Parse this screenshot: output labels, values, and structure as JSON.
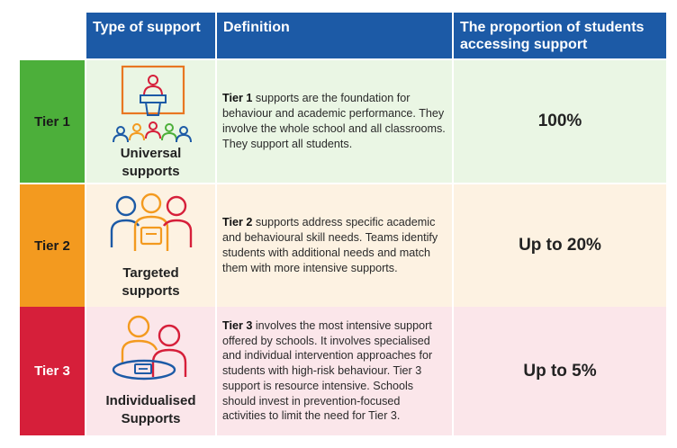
{
  "header": {
    "type_label": "Type of support",
    "definition_label": "Definition",
    "proportion_label": "The proportion of students accessing support"
  },
  "rows": [
    {
      "tier": "Tier 1",
      "type_line1": "Universal",
      "type_line2": "supports",
      "icon": "classroom-presenter-icon",
      "def_bold": "Tier 1",
      "def_rest": " supports are the foundation for behaviour and academic performance. They involve the whole school and all classrooms. They support all students.",
      "proportion": "100%"
    },
    {
      "tier": "Tier 2",
      "type_line1": "Targeted",
      "type_line2": "supports",
      "icon": "group-with-tablet-icon",
      "def_bold": "Tier 2",
      "def_rest": " supports address specific academic and behavioural skill needs. Teams identify students with additional needs and match them with more intensive supports.",
      "proportion": "Up to 20%"
    },
    {
      "tier": "Tier 3",
      "type_line1": "Individualised",
      "type_line2": "Supports",
      "icon": "one-on-one-meeting-icon",
      "def_bold": "Tier 3",
      "def_rest": " involves the most intensive support offered by schools. It involves specialised and individual intervention approaches for students with high-risk behaviour. Tier 3 support is resource intensive. Schools should invest in prevention-focused activities to limit the need for Tier 3.",
      "proportion": "Up to 5%"
    }
  ],
  "colors": {
    "header_bg": "#1c5aa6",
    "tier1": "#4caf3a",
    "tier2": "#f39a1f",
    "tier3": "#d61f3a"
  }
}
